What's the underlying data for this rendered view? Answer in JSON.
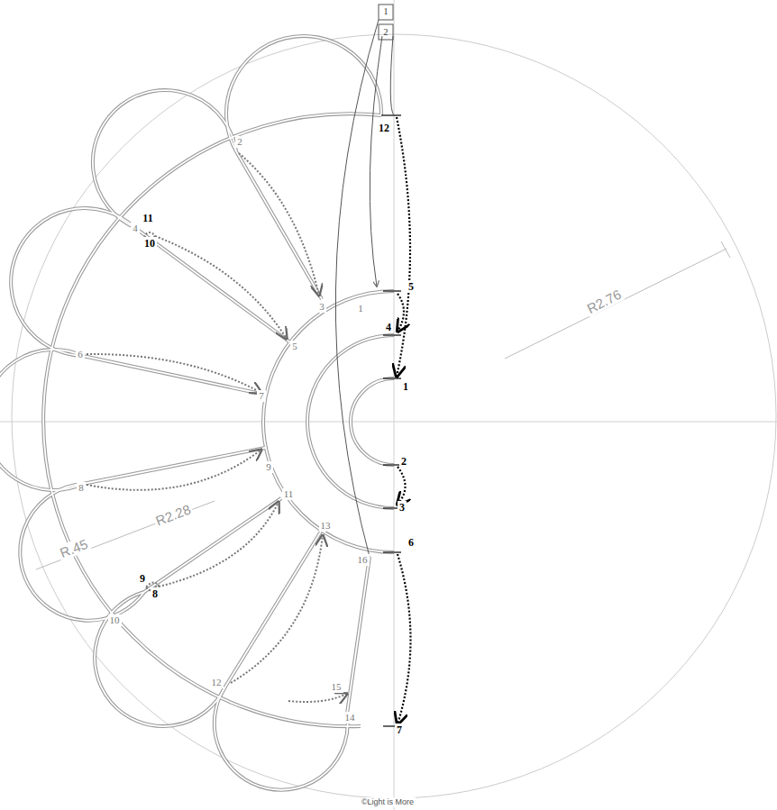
{
  "diagram": {
    "labels": [
      "1",
      "2",
      "12",
      "2",
      "11",
      "4",
      "10",
      "1",
      "5",
      "3",
      "4",
      "5",
      "6",
      "7",
      "1",
      "8",
      "9",
      "2",
      "3",
      "R2.76",
      "R.45",
      "R2.28",
      "11",
      "6",
      "16",
      "13",
      "9",
      "10",
      "8",
      "12",
      "15",
      "14",
      "7",
      "©Light is More"
    ]
  }
}
